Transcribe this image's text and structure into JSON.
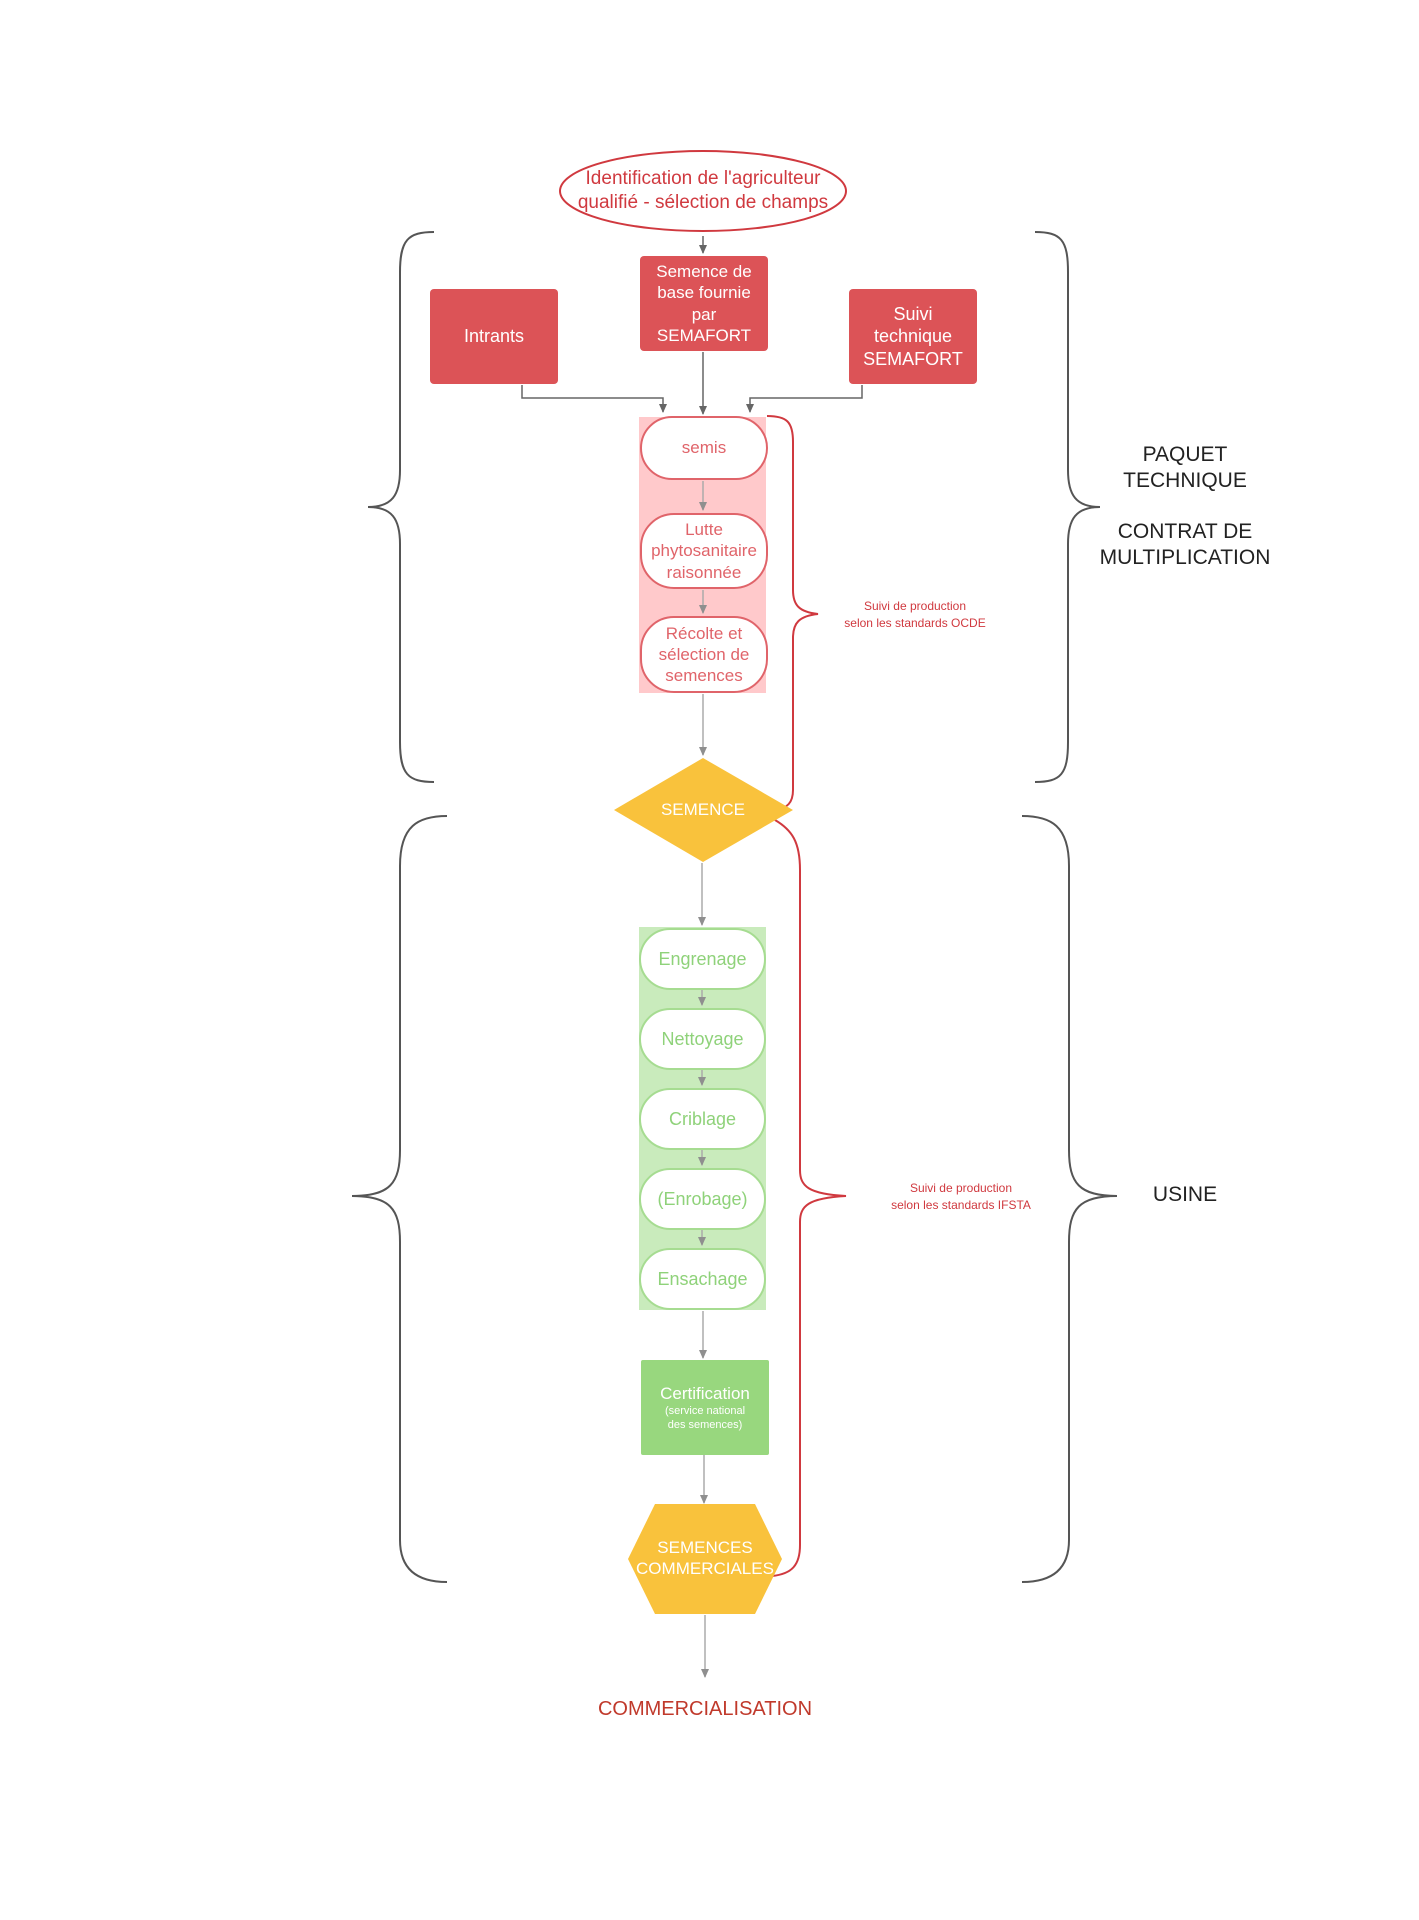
{
  "nodes": {
    "identification": "Identification de l'agriculteur\nqualifié - sélection de champs",
    "semence_base": "Semence de\nbase fournie\npar\nSEMAFORT",
    "intrants": "Intrants",
    "suivi_technique": "Suivi\ntechnique\nSEMAFORT",
    "semis": "semis",
    "lutte": "Lutte\nphytosanitaire\nraisonnée",
    "recolte": "Récolte et\nsélection de\nsemences",
    "semence": "SEMENCE",
    "engrenage": "Engrenage",
    "nettoyage": "Nettoyage",
    "criblage": "Criblage",
    "enrobage": "(Enrobage)",
    "ensachage": "Ensachage",
    "certification_title": "Certification",
    "certification_sub": "(service national\ndes semences)",
    "semences_commerciales": "SEMENCES\nCOMMERCIALES",
    "commercialisation": "COMMERCIALISATION"
  },
  "labels": {
    "paquet_technique": "PAQUET\nTECHNIQUE",
    "contrat": "CONTRAT DE\nMULTIPLICATION",
    "usine": "USINE",
    "suivi_ocde": "Suivi de production\nselon les standards OCDE",
    "suivi_ifsta": "Suivi de production\nselon les standards IFSTA"
  },
  "colors": {
    "red": "#dc5357",
    "pink_band": "#ffc9cb",
    "green": "#98d77e",
    "green_band": "#c9ebbc",
    "yellow": "#f9c23c",
    "gray_line": "#9e9e9e",
    "brace": "#555555"
  }
}
